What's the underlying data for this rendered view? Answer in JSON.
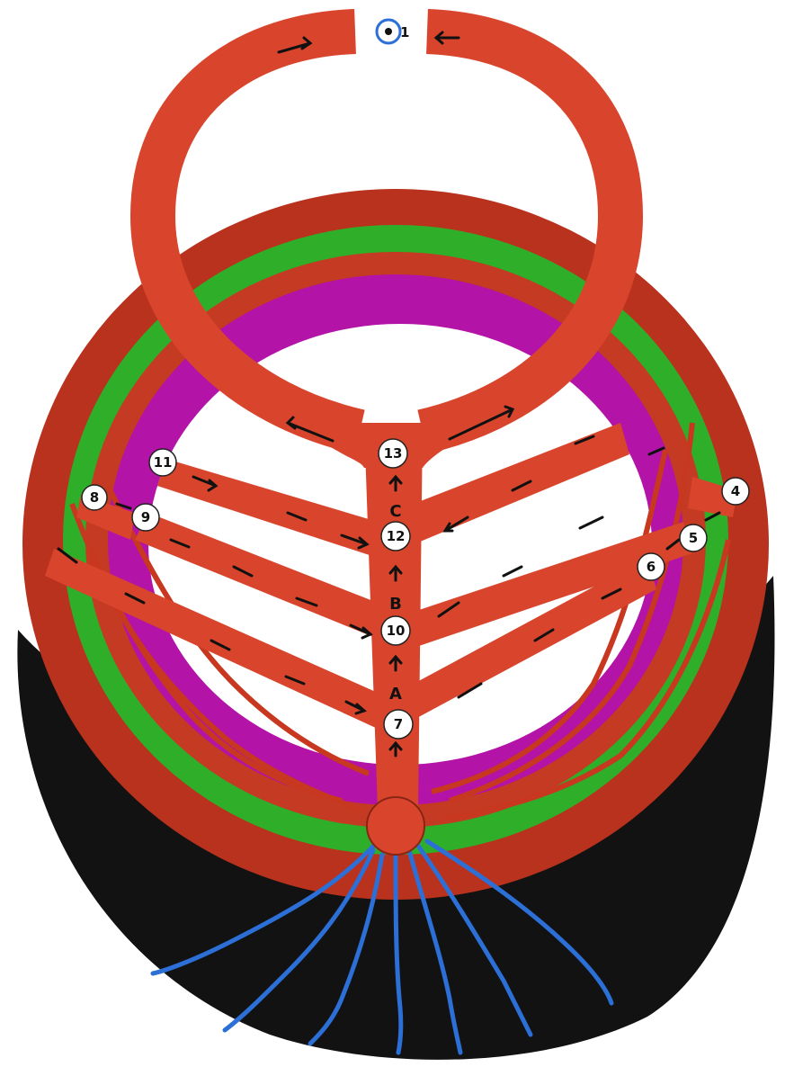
{
  "colors": {
    "outer_ring": "#b8321e",
    "tube": "#d8452c",
    "green_band": "#2fae2a",
    "magenta_band": "#b313a6",
    "dark_base": "#121212",
    "blue_lines": "#2c6fd6",
    "badge": "#ffffff",
    "arrow": "#111111"
  },
  "icons": {
    "top_node": "blue-circle-icon",
    "arrows": "black-arrow-icon"
  },
  "markers": {
    "n1": "1",
    "n4": "4",
    "n5": "5",
    "n6": "6",
    "n7": "7",
    "n8": "8",
    "n9": "9",
    "n10": "10",
    "n11": "11",
    "n12": "12",
    "n13": "13"
  },
  "stem_letters": {
    "a": "A",
    "b": "B",
    "c": "C"
  }
}
